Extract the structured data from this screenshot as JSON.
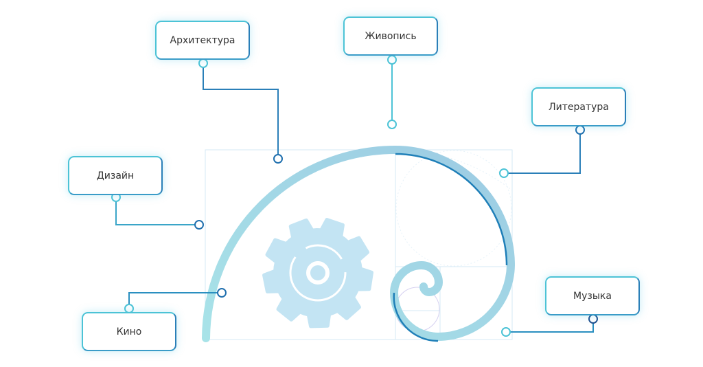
{
  "labels": {
    "architecture": "Архитектура",
    "painting": "Живопись",
    "literature": "Литература",
    "design": "Дизайн",
    "cinema": "Кино",
    "music": "Музыка"
  },
  "colors": {
    "teal": "#4cc3d6",
    "blue": "#2a7fb8",
    "gear": "#c3e4f3",
    "spiral": "#a5d8e8",
    "grid": "#d6eaf5"
  }
}
